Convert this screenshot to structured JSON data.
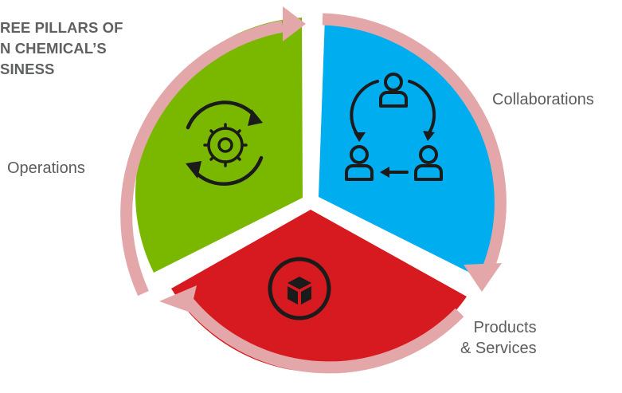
{
  "title": {
    "line1": "REE PILLARS OF",
    "line2": "N CHEMICAL’S",
    "line3": "SINESS"
  },
  "pillars": {
    "collaborations": {
      "label": "Collaborations",
      "color": "#00adef",
      "icon": "people-cycle-icon"
    },
    "operations": {
      "label": "Operations",
      "color": "#7ab800",
      "icon": "gear-cycle-icon"
    },
    "products": {
      "label_line1": "Products",
      "label_line2": "& Services",
      "color": "#d71920",
      "icon": "box-icon"
    }
  },
  "colors": {
    "arrow_ring": "#e3a7a9",
    "icon_stroke": "#1b1b1b"
  }
}
